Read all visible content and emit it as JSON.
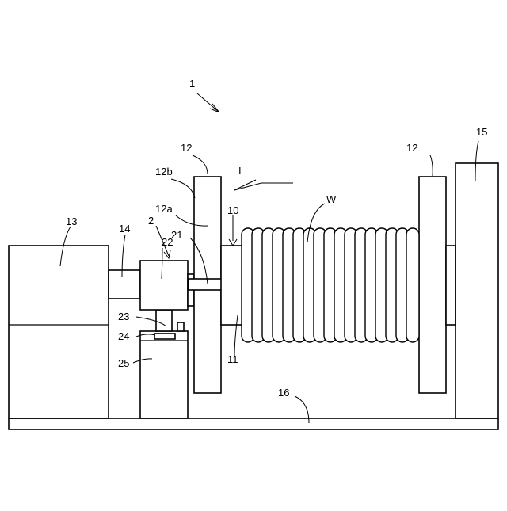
{
  "figure": {
    "colors": {
      "line": "#000000",
      "background": "#ffffff"
    },
    "labels": {
      "apparatus": "1",
      "section_mark": "I",
      "flange_right": "12",
      "flange_left": "12",
      "flange_left_outer": "12b",
      "flange_left_inner": "12a",
      "unit": "2",
      "motor_box": "13",
      "coupling_shaft": "14",
      "support_post": "15",
      "base_plate": "16",
      "sleeve": "10",
      "hub": "11",
      "clamp_arm": "21",
      "actuator": "22",
      "rod": "23",
      "slider": "24",
      "stand": "25",
      "workpiece": "W"
    }
  }
}
